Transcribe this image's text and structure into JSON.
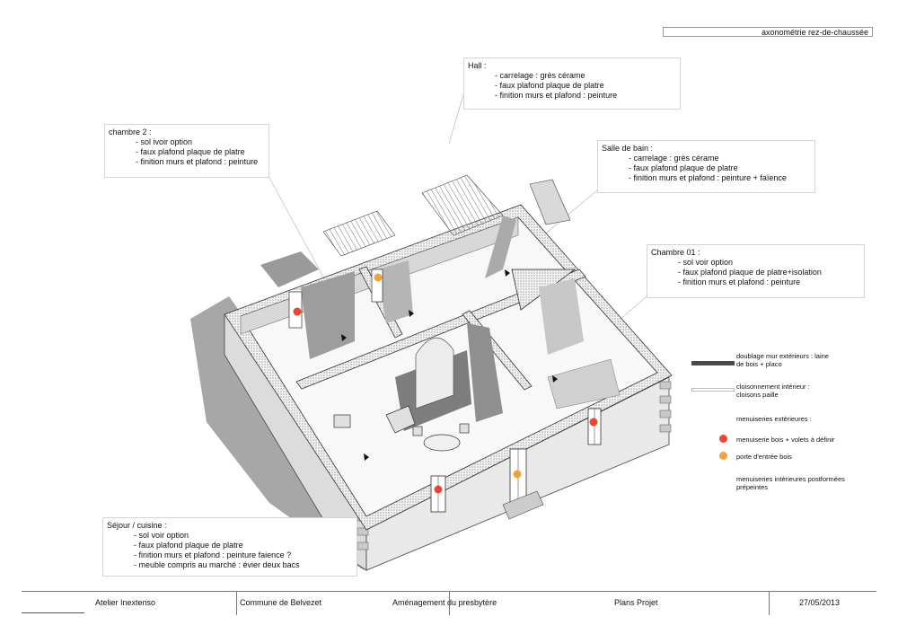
{
  "title": "axonométrie rez-de-chaussée",
  "notes": [
    {
      "id": "hall",
      "title": "Hall :",
      "items": [
        "- carrelage : grès cérame",
        "- faux plafond plaque de platre",
        "- finition murs et plafond : peinture"
      ]
    },
    {
      "id": "chambre2",
      "title": "chambre 2 :",
      "items": [
        "- sol ivoir option",
        "- faux plafond plaque de platre",
        "- finition murs et plafond : peinture"
      ]
    },
    {
      "id": "sdb",
      "title": "Salle de bain :",
      "items": [
        "- carrelage : grès cérame",
        "- faux plafond plaque de platre",
        "- finition murs et plafond : peinture + faïence"
      ]
    },
    {
      "id": "chambre1",
      "title": "Chambre 01 :",
      "items": [
        "- sol voir option",
        "- faux plafond plaque de platre+isolation",
        "- finition murs et plafond : peinture"
      ]
    },
    {
      "id": "sejour",
      "title": "Séjour / cuisine :",
      "items": [
        "- sol voir option",
        "- faux plafond plaque de platre",
        "- finition murs et plafond : peinture faience ?",
        "- meuble compris au marché : évier deux bacs"
      ]
    }
  ],
  "legend": {
    "doublage": "doublage mur extèrieurs : laine\nde bois + placo",
    "cloison": "cloisonnement intérieur :\ncloisons paille",
    "menuiseries_ext": "menuiseries extèrieures :",
    "menuiserie_bois": "menuiserie bois + volets à définir",
    "porte_entree": "porte d'entrée bois",
    "menuiseries_int": "menuiseries intèrieures postformées\nprépeintes",
    "colors": {
      "red": "#ee4433",
      "orange": "#f2a23a"
    }
  },
  "footer": {
    "atelier": "Atelier Inextenso",
    "commune": "Commune de Belvezet",
    "projet": "Aménagement du presbytère",
    "plans": "Plans Projet",
    "date": "27/05/2013"
  }
}
